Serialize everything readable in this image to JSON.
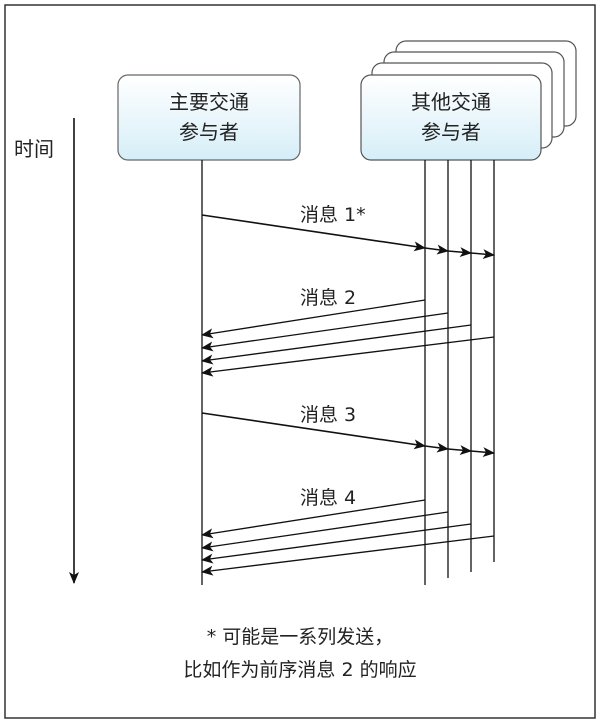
{
  "diagram": {
    "primary_participant": [
      "主要交通",
      "参与者"
    ],
    "other_participants": [
      "其他交通",
      "参与者"
    ],
    "time_label": "时间",
    "messages": [
      "消息 1*",
      "消息 2",
      "消息 3",
      "消息 4"
    ],
    "footnote": [
      "* 可能是一系列发送，",
      "比如作为前序消息 2 的响应"
    ]
  }
}
